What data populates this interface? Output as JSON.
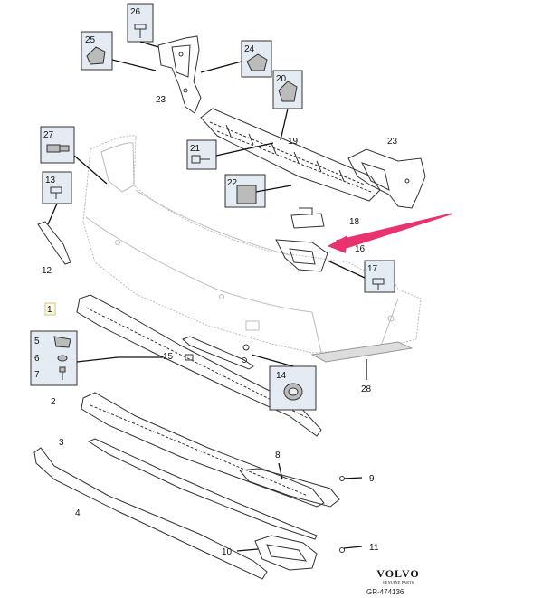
{
  "part_numbers": {
    "p1": "1",
    "p2": "2",
    "p3": "3",
    "p4": "4",
    "p5": "5",
    "p6": "6",
    "p7": "7",
    "p8": "8",
    "p9": "9",
    "p10": "10",
    "p11": "11",
    "p12": "12",
    "p13": "13",
    "p14": "14",
    "p15": "15",
    "p16": "16",
    "p17": "17",
    "p18": "18",
    "p19": "19",
    "p20": "20",
    "p21": "21",
    "p22": "22",
    "p23a": "23",
    "p23b": "23",
    "p24": "24",
    "p25": "25",
    "p26": "26",
    "p27": "27",
    "p28": "28"
  },
  "brand": {
    "logo": "VOLVO",
    "subtitle": "GENUINE PARTS"
  },
  "figure_code": "GR-474136",
  "colors": {
    "line": "#333333",
    "highlight_arrow": "#e8336e",
    "callout_box": "#e4ebf2",
    "light_line": "#bfbfbf"
  }
}
